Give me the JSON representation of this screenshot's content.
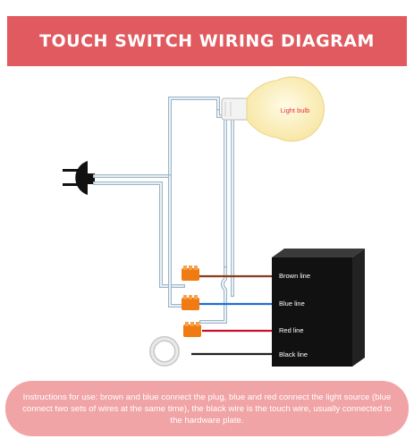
{
  "header": {
    "title": "TOUCH SWITCH WIRING DIAGRAM"
  },
  "bulb": {
    "label": "Light bulb"
  },
  "switch_box": {
    "lines": [
      "Brown line",
      "Blue line",
      "Red line",
      "Black line"
    ]
  },
  "footer": {
    "instructions": "Instructions for use: brown and blue connect the plug, blue and red connect the light source (blue connect two sets of wires at the same time), the black wire is the touch wire, usually connected to the hardware plate."
  },
  "colors": {
    "header": "#e05a5f",
    "footer": "#f1a4a6",
    "wire_brown": "#8b3a1a",
    "wire_blue": "#1f6fd1",
    "wire_red": "#c8102e",
    "wire_black": "#222222",
    "wire_cord": "#8fb1c9",
    "connector": "#f07b12",
    "box": "#111111"
  }
}
